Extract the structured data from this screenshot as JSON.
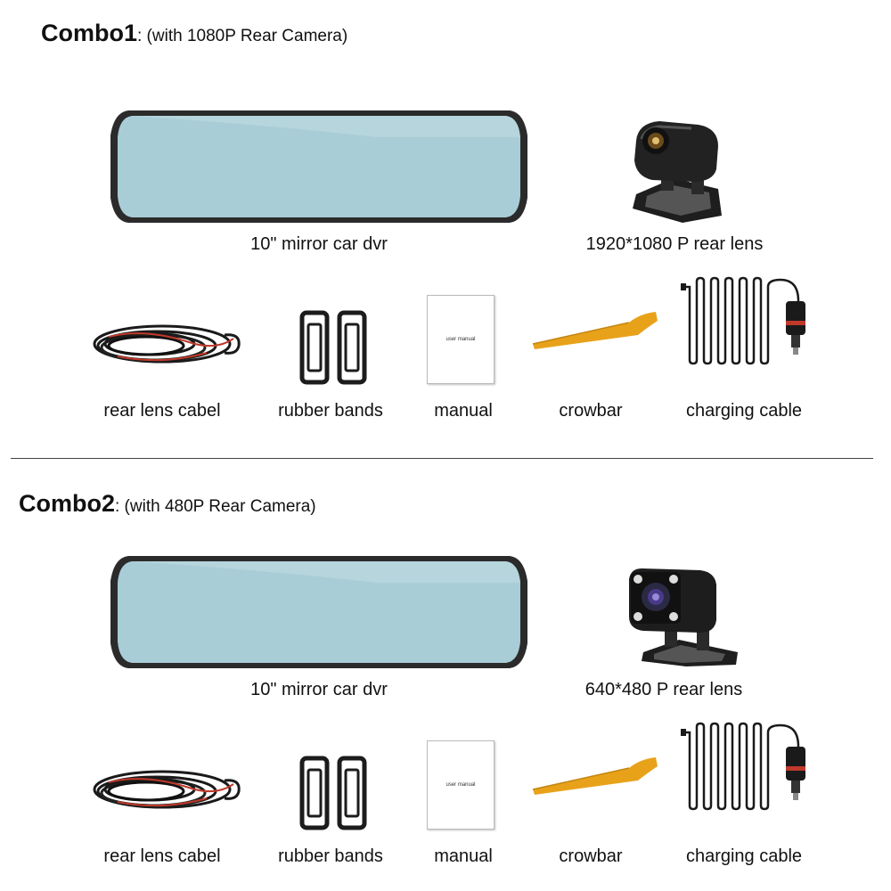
{
  "combos": [
    {
      "name": "Combo1",
      "suffix": ":",
      "subtitle": " (with 1080P Rear Camera)",
      "items": {
        "mirror": "10\" mirror car dvr",
        "rear_lens": "1920*1080 P rear lens",
        "cable": "rear lens cabel",
        "bands": "rubber bands",
        "manual": "manual",
        "crowbar": "crowbar",
        "charging": "charging cable"
      },
      "manual_cover": "user manual"
    },
    {
      "name": "Combo2",
      "suffix": ":",
      "subtitle": " (with 480P Rear Camera)",
      "items": {
        "mirror": "10\" mirror car dvr",
        "rear_lens": "640*480 P rear lens",
        "cable": "rear lens cabel",
        "bands": "rubber bands",
        "manual": "manual",
        "crowbar": "crowbar",
        "charging": "charging cable"
      },
      "manual_cover": "user manual"
    }
  ],
  "colors": {
    "mirror_glass": "#a9cdd6",
    "mirror_frame": "#2b2b2b",
    "crowbar": "#e8a21a",
    "rubber": "#1c1c1c",
    "cable": "#1a1a1a",
    "cable_red": "#c0392b"
  }
}
